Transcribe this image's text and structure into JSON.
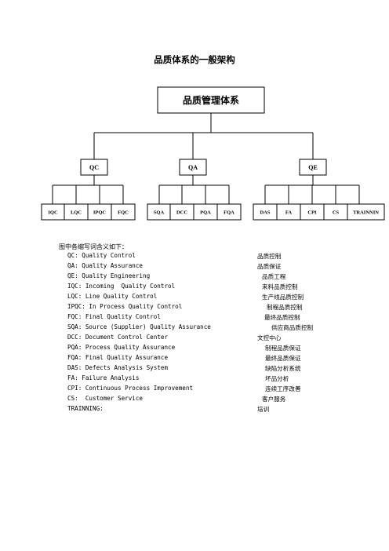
{
  "page_title": "品质体系的一般架构",
  "org": {
    "root": "品质管理体系",
    "groups": [
      {
        "label": "QC",
        "children": [
          "IQC",
          "LQC",
          "IPQC",
          "FQC"
        ]
      },
      {
        "label": "QA",
        "children": [
          "SQA",
          "DCC",
          "PQA",
          "FQA"
        ]
      },
      {
        "label": "QE",
        "children": [
          "DAS",
          "FA",
          "CPI",
          "CS",
          "TRAINNIN"
        ]
      }
    ]
  },
  "legend": {
    "heading": "图中各缩写词含义如下：",
    "items": [
      {
        "abbr": "QC: Quality Control",
        "cn": "品质控制"
      },
      {
        "abbr": "QA: Quality Assurance",
        "cn": "品质保证"
      },
      {
        "abbr": "QE: Quality Engineering",
        "cn": "品质工程"
      },
      {
        "abbr": "IQC: Incoming  Quality Control",
        "cn": "来料品质控制"
      },
      {
        "abbr": "LQC: Line Quality Control",
        "cn": "生产线品质控制"
      },
      {
        "abbr": "IPQC: In Process Quality Control",
        "cn": "制程品质控制"
      },
      {
        "abbr": "FQC: Final Quality Control",
        "cn": "最终品质控制"
      },
      {
        "abbr": "SQA: Source (Supplier) Quality Assurance",
        "cn": "供应商品质控制"
      },
      {
        "abbr": "DCC: Document Control Center",
        "cn": "文控中心"
      },
      {
        "abbr": "PQA: Process Quality Assurance",
        "cn": "制程品质保证"
      },
      {
        "abbr": "FQA: Final Quality Assurance",
        "cn": "最终品质保证"
      },
      {
        "abbr": "DAS: Defects Analysis System",
        "cn": "缺陷分析系统"
      },
      {
        "abbr": "FA: Failure Analysis",
        "cn": "坏品分析"
      },
      {
        "abbr": "CPI: Continuous Process Improvement",
        "cn": "连续工序改善"
      },
      {
        "abbr": "CS:  Customer Service",
        "cn": "客户服务"
      },
      {
        "abbr": "TRAINNING:",
        "cn": "培训"
      }
    ]
  }
}
